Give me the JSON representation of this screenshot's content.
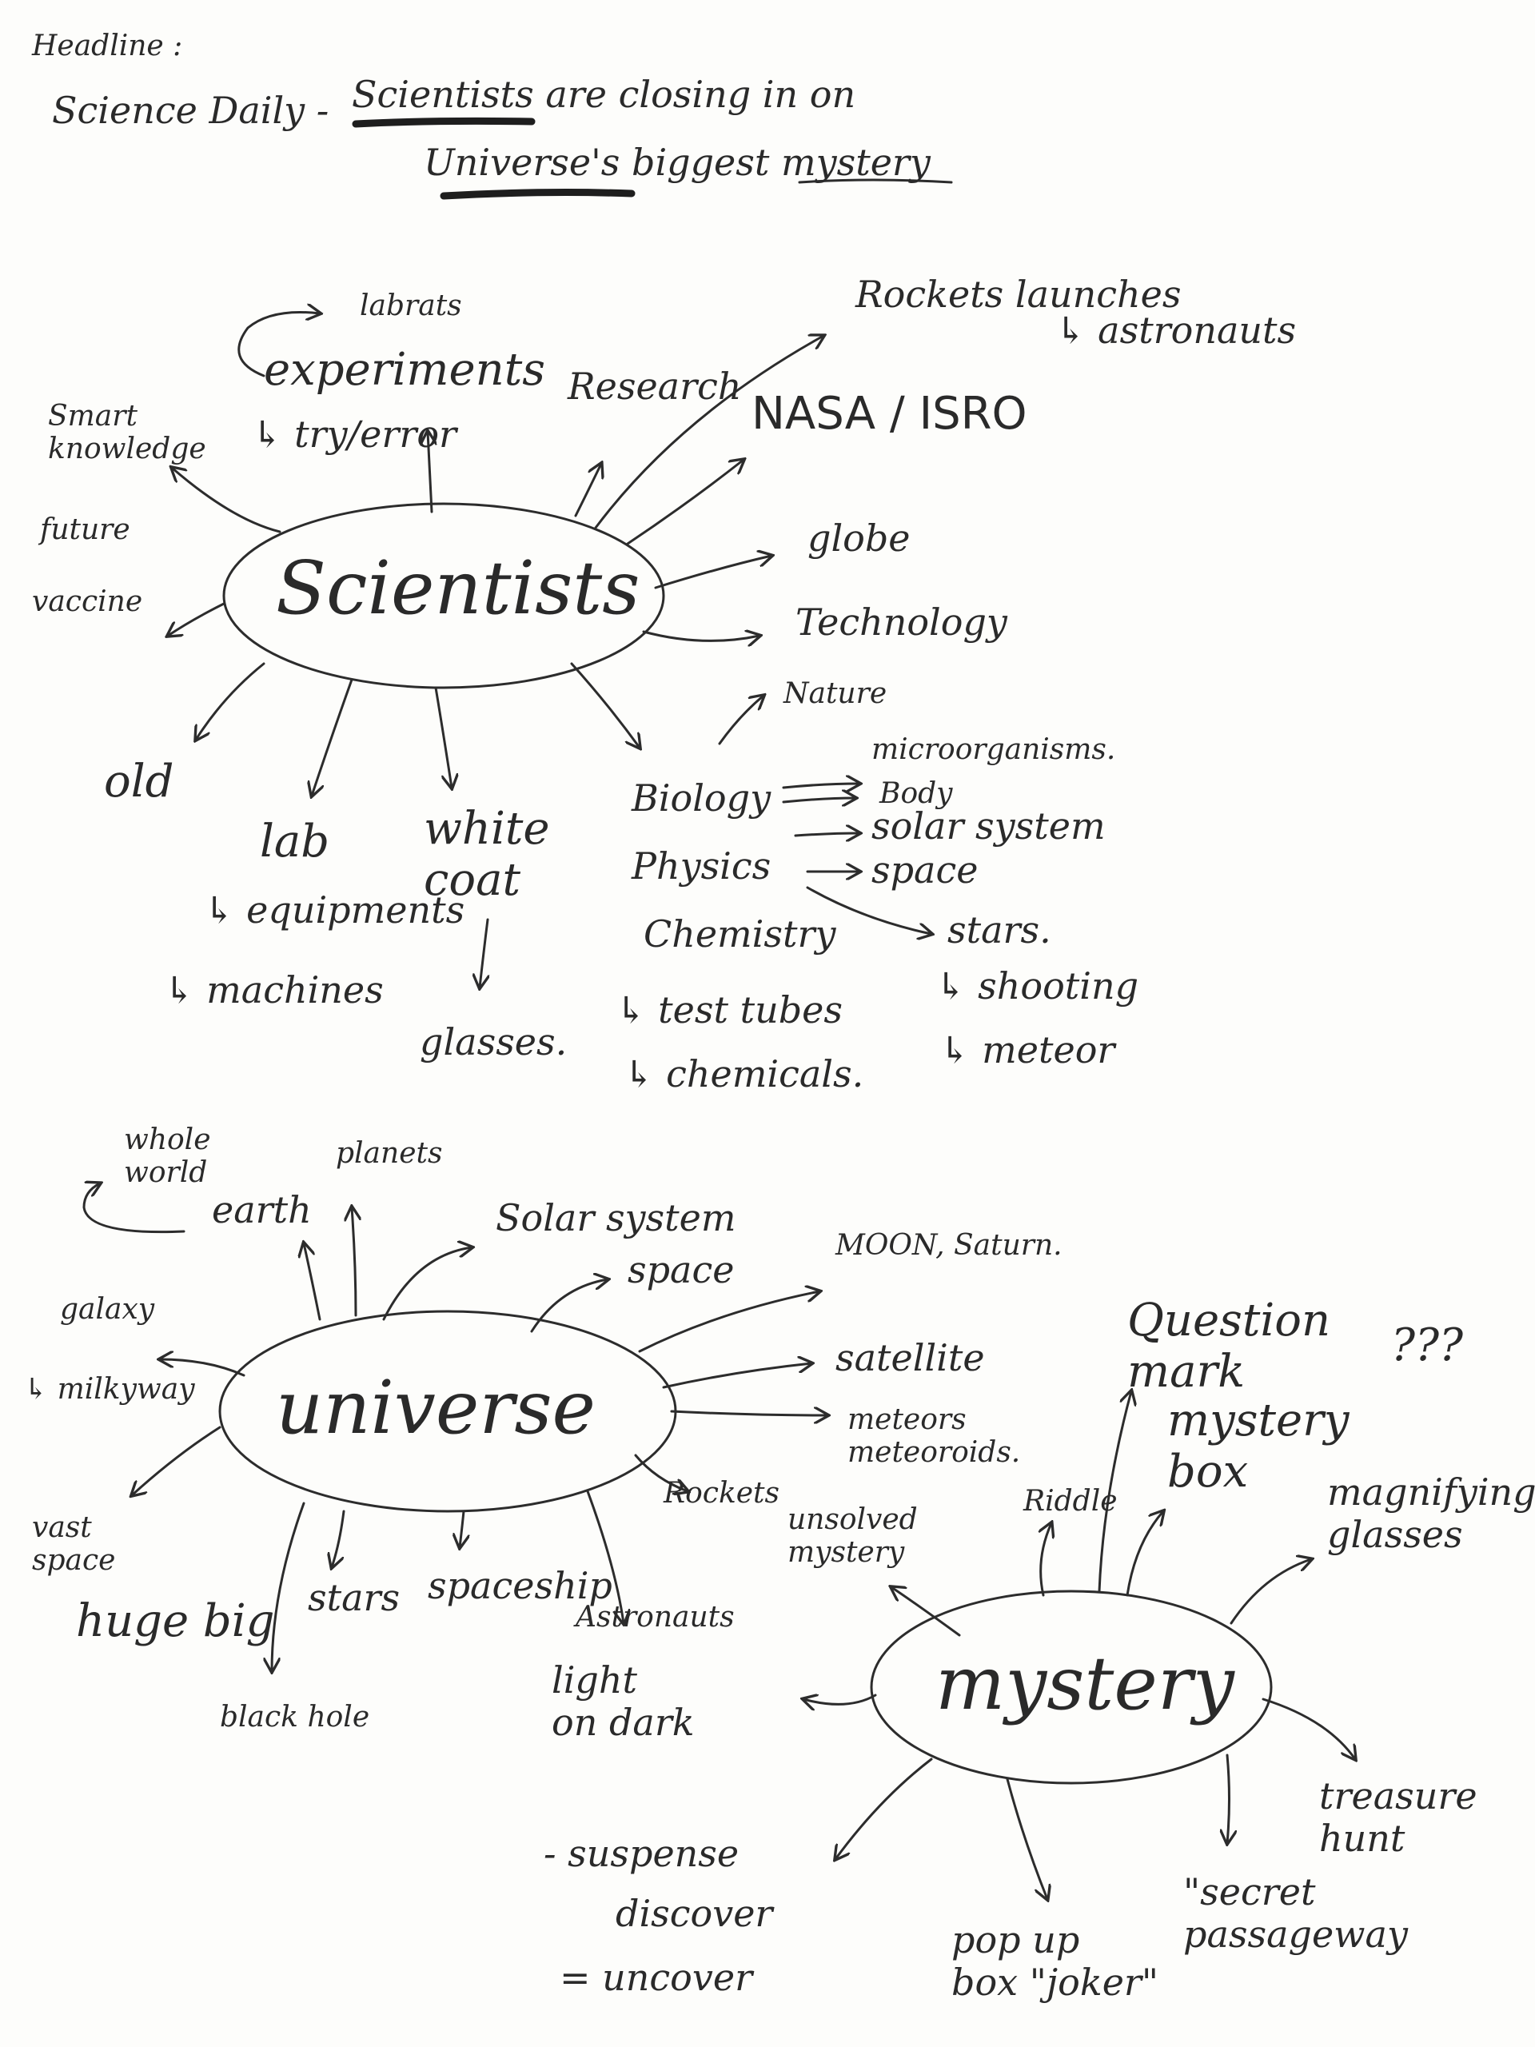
{
  "header": {
    "label": "Headline :",
    "source": "Science Daily -",
    "line1": "Scientists are closing in on",
    "line2": "Universe's biggest mystery"
  },
  "scientists": {
    "center": "Scientists",
    "labrats": "labrats",
    "experiments": "experiments",
    "try_error": "↳ try/error",
    "smart_knowledge": "Smart\nknowledge",
    "future": "future",
    "vaccine": "vaccine",
    "research": "Research",
    "rockets_launches": "Rockets launches",
    "astronauts": "↳ astronauts",
    "nasa_isro": "NASA / ISRO",
    "globe": "globe",
    "technology": "Technology",
    "nature": "Nature",
    "old": "old",
    "lab": "lab",
    "equipments": "↳ equipments",
    "machines": "↳ machines",
    "white_coat": "white\ncoat",
    "glasses": "glasses.",
    "biology": "Biology",
    "physics": "Physics",
    "chemistry": "Chemistry",
    "microorganisms": "microorganisms.",
    "body": "Body",
    "solar_system": "solar system",
    "space": "space",
    "stars": "stars.",
    "shooting": "↳ shooting",
    "meteor": "↳ meteor",
    "test_tubes": "↳ test tubes",
    "chemicals": "↳ chemicals."
  },
  "universe": {
    "center": "universe",
    "whole_world": "whole\nworld",
    "earth": "earth",
    "planets": "planets",
    "solar_system": "Solar system",
    "space": "space",
    "moon_saturn": "MOON, Saturn.",
    "galaxy": "galaxy",
    "milkyway": "↳ milkyway",
    "satellite": "satellite",
    "meteors": "meteors\nmeteoroids.",
    "rockets": "Rockets",
    "vast_space": "vast\nspace",
    "huge_big": "huge big",
    "stars": "stars",
    "spaceship": "spaceship",
    "astronauts": "Astronauts",
    "black_hole": "black hole"
  },
  "mystery": {
    "center": "mystery",
    "question_mark": "Question\nmark",
    "qmarks": "???",
    "mystery_box": "mystery\nbox",
    "riddle": "Riddle",
    "unsolved": "unsolved\nmystery",
    "magnifying": "magnifying\nglasses",
    "light_dark": "light\non dark",
    "suspense": "- suspense",
    "discover": "discover",
    "uncover": "= uncover",
    "treasure_hunt": "treasure\nhunt",
    "secret_passageway": "\"secret\npassageway",
    "pop_up_box": "pop up\nbox \"joker\""
  }
}
